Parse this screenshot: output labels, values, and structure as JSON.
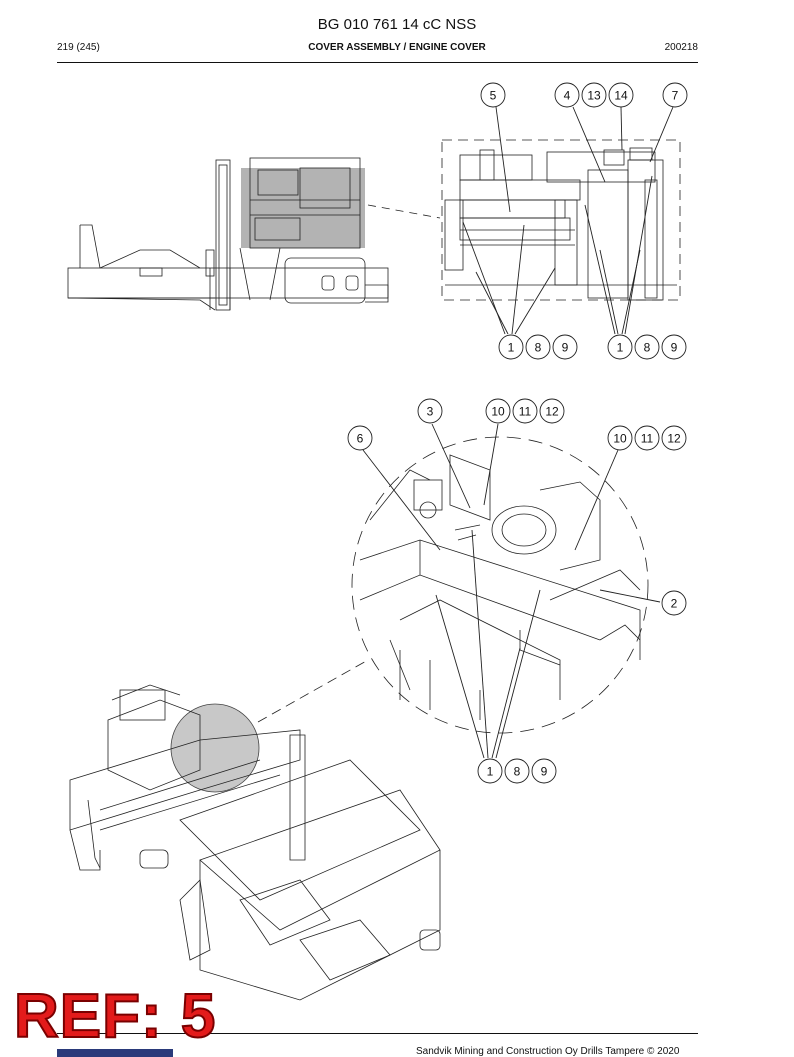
{
  "header": {
    "doc_title": "BG 010 761 14 cC NSS",
    "page_ref": "219 (245)",
    "section_title": "COVER ASSEMBLY / ENGINE COVER",
    "date_code": "200218"
  },
  "callouts": {
    "top_view": {
      "top_row": [
        "5",
        "4",
        "13",
        "14",
        "7"
      ],
      "bottom_left": [
        "1",
        "8",
        "9"
      ],
      "bottom_right": [
        "1",
        "8",
        "9"
      ]
    },
    "detail_view": {
      "c3": "3",
      "c6": "6",
      "c10_11_12_left": [
        "10",
        "11",
        "12"
      ],
      "c10_11_12_right": [
        "10",
        "11",
        "12"
      ],
      "c2": "2",
      "bottom": [
        "1",
        "8",
        "9"
      ]
    }
  },
  "ref_stamp": "REF: 5",
  "footer": {
    "copyright": "Sandvik Mining and Construction Oy Drills Tampere © 2020"
  }
}
